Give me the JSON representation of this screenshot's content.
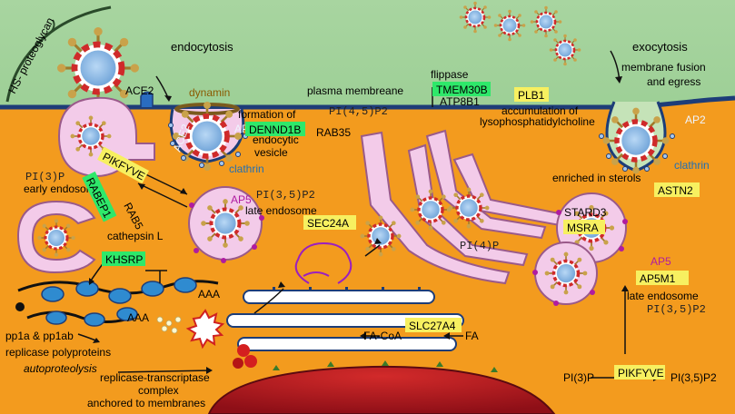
{
  "labels": {
    "hs_proteoglycan": "HS- proteoglycan",
    "endocytosis": "endocytosis",
    "ace2_top": "ACE2",
    "ace2_vesicle": "ACE2",
    "dynamin": "dynamin",
    "formation_line1": "formation of",
    "formation_line2": "endocytic",
    "formation_line3": "vesicle",
    "rab35": "RAB35",
    "clathrin_left": "clathrin",
    "clathrin_right": "clathrin",
    "ap2_left": "AP2",
    "ap2_right": "AP2",
    "plasma_membrane": "plasma membreane",
    "pi45p2": "PI(4,5)P2",
    "flippase": "flippase",
    "atp8b1": "ATP8B1",
    "accumulation_line1": "accumulation of",
    "accumulation_line2": "lysophosphatidylcholine",
    "exocytosis": "exocytosis",
    "membrane_fusion_line1": "membrane fusion",
    "membrane_fusion_line2": "and egress",
    "pi3p_top": "PI(3)P",
    "early_endosome": "early endosome",
    "rab5": "RAB5",
    "ap5_left": "AP5",
    "pi35p2_left": "PI(3,5)P2",
    "late_endosome_left": "late endosome",
    "cathepsin_l": "cathepsin L",
    "aaa_1": "AAA",
    "aaa_2": "AAA",
    "pp1a_line": "pp1a & pp1ab",
    "replicase_line": "replicase  polyproteins",
    "autoproteolysis": "autoproteolysis",
    "rtc_line1": "replicase-transcriptase",
    "rtc_line2": "complex",
    "rtc_line3": "anchored to membranes",
    "pi4p": "PI(4)P",
    "enriched_sterols": "enriched in sterols",
    "stard3": "STARD3",
    "ap5_right": "AP5",
    "late_endosome_right": "late endosome",
    "pi35p2_right": "PI(3,5)P2",
    "fa_coa": "FA-CoA",
    "fa": "FA",
    "pi3p_bottom": "PI(3)P",
    "pi35p2_bottom": "PI(3,5)P2"
  },
  "gene_boxes": {
    "tmem30b": "TMEM30B",
    "dennd1b": "DENND1B",
    "plb1": "PLB1",
    "pikfyve_top": "PIKFYVE",
    "rabep1": "RABEP1",
    "khsrp": "KHSRP",
    "sec24a": "SEC24A",
    "astn2": "ASTN2",
    "msra": "MSRA",
    "ap5m1": "AP5M1",
    "slc27a4": "SLC27A4",
    "pikfyve_bottom": "PIKFYVE"
  },
  "colors": {
    "extracellular_green": "#8fc98a",
    "cytoplasm_orange": "#f39b1e",
    "membrane_blue": "#1d3d78",
    "endosome_pink": "#f3cbe9",
    "nucleus_red": "#b3121f",
    "virion_blue": "#8ab8e6",
    "spike_red": "#cf2a2a",
    "highlight_green": "#2ee86a",
    "highlight_yellow": "#f7f060"
  }
}
